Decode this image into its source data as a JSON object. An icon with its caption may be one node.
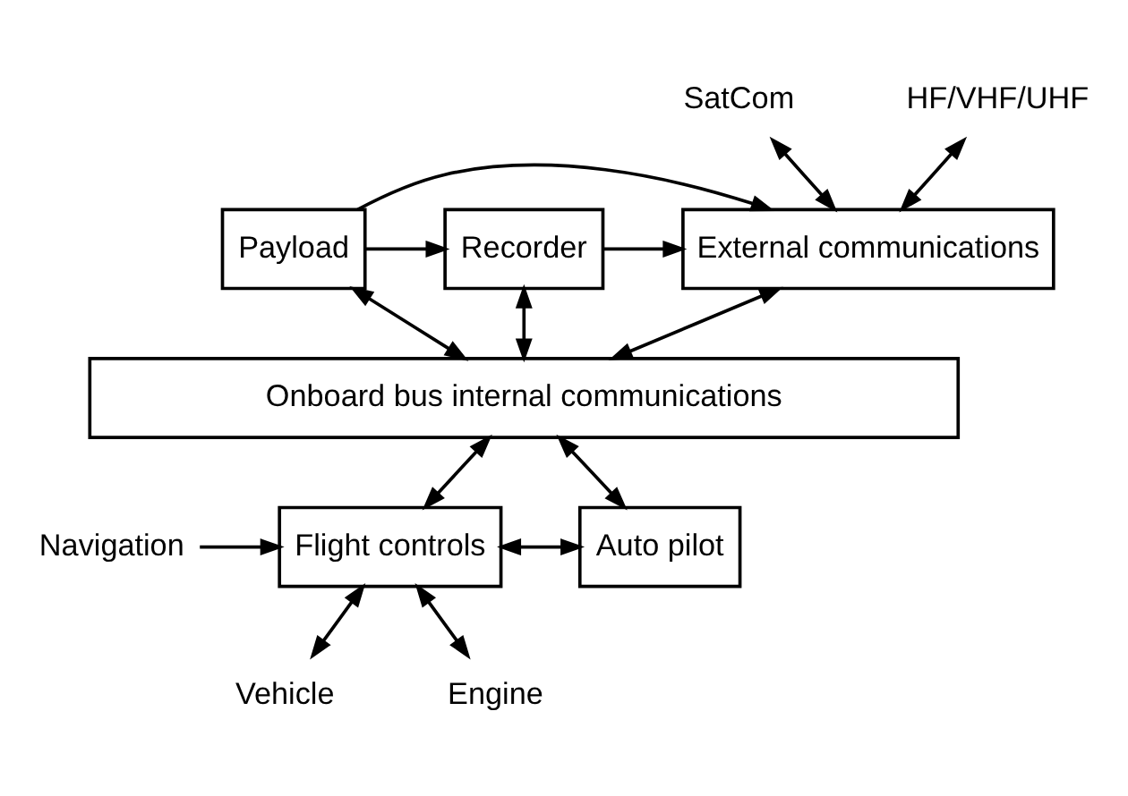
{
  "diagram": {
    "nodes": [
      {
        "text": [
          "Recorder"
        ]
      },
      {
        "text": [
          "Payload"
        ]
      },
      {
        "text": [
          "External communications"
        ]
      },
      {
        "text": [
          "SatCom"
        ]
      },
      {
        "text": [
          "HF/VHF/UHF"
        ]
      },
      {
        "text": [
          "Onboard bus internal communications"
        ]
      },
      {
        "text": [
          "Navigation"
        ]
      },
      {
        "text": [
          "Flight controls"
        ]
      },
      {
        "text": [
          "Auto pilot"
        ]
      },
      {
        "text": [
          "Vehicle"
        ]
      },
      {
        "text": [
          "Engine"
        ]
      }
    ],
    "edges": [
      {
        "from": 1,
        "to": 0,
        "arrow": "to"
      },
      {
        "from": 1,
        "to": 2,
        "arrow": "to"
      },
      {
        "from": 0,
        "to": 2,
        "arrow": "to"
      },
      {
        "from": 3,
        "to": 2,
        "arrow": "both"
      },
      {
        "from": 4,
        "to": 2,
        "arrow": "both"
      },
      {
        "from": 0,
        "to": 5,
        "arrow": "both"
      },
      {
        "from": 1,
        "to": 5,
        "arrow": "both"
      },
      {
        "from": 2,
        "to": 5,
        "arrow": "both"
      },
      {
        "from": 5,
        "to": 7,
        "arrow": "both"
      },
      {
        "from": 5,
        "to": 8,
        "arrow": "both"
      },
      {
        "from": 6,
        "to": 7,
        "arrow": "to"
      },
      {
        "from": 7,
        "to": 8,
        "arrow": "both"
      },
      {
        "from": 7,
        "to": 9,
        "arrow": "both"
      },
      {
        "from": 7,
        "to": 10,
        "arrow": "both"
      }
    ]
  }
}
